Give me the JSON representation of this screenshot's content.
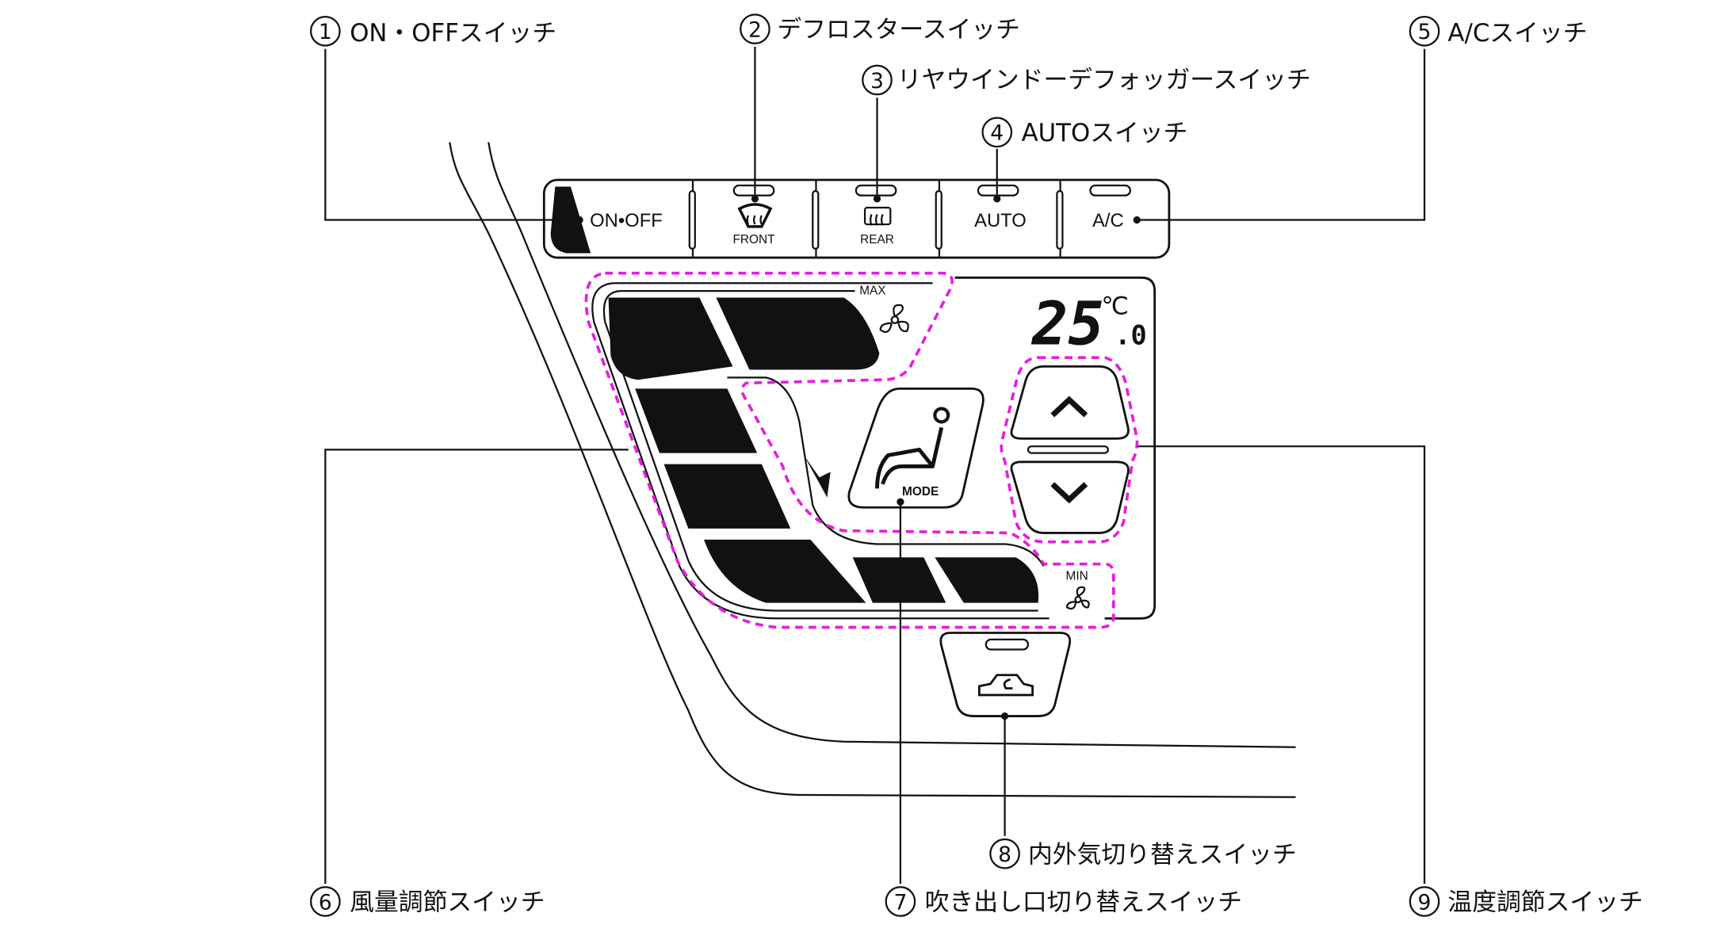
{
  "callouts": [
    {
      "num": "1",
      "label": "ON・OFFスイッチ"
    },
    {
      "num": "2",
      "label": "デフロスタースイッチ"
    },
    {
      "num": "3",
      "label": "リヤウインドーデフォッガースイッチ"
    },
    {
      "num": "4",
      "label": "AUTOスイッチ"
    },
    {
      "num": "5",
      "label": "A/Cスイッチ"
    },
    {
      "num": "6",
      "label": "風量調節スイッチ"
    },
    {
      "num": "7",
      "label": "吹き出し口切り替えスイッチ"
    },
    {
      "num": "8",
      "label": "内外気切り替えスイッチ"
    },
    {
      "num": "9",
      "label": "温度調節スイッチ"
    }
  ],
  "panel": {
    "on_off": "ON•OFF",
    "front": "FRONT",
    "rear": "REAR",
    "auto": "AUTO",
    "ac": "A/C",
    "max": "MAX",
    "min": "MIN",
    "mode": "MODE",
    "temperature": "25",
    "temperature_decimal": ".0",
    "unit": "℃"
  },
  "colors": {
    "highlight": "#e81ce0",
    "line": "#111111"
  }
}
